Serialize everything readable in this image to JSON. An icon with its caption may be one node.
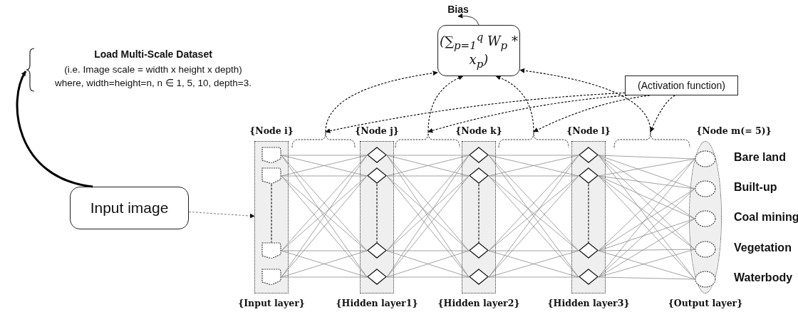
{
  "diagram": {
    "nodes": [
      {
        "text": [
          "Input image"
        ]
      },
      {
        "text": [
          "Load Multi-Scale Dataset",
          "(i.e. Image scale = width x height x depth) where, width=height=n, n ∈ 1, 5, 10, depth=3."
        ]
      },
      {
        "text": [
          "Bias"
        ]
      },
      {
        "text": [
          "(∑$_{p=1}$$^{q}$ W$_{p}$ * x$_{p}$)"
        ]
      },
      {
        "text": [
          "(Activation function)"
        ]
      },
      {
        "text": [
          "{Node i}",
          "{Input layer}"
        ]
      },
      {
        "text": [],
        "shape": "pentagon",
        "in": 5
      },
      {
        "text": [],
        "shape": "pentagon",
        "in": 5
      },
      {
        "text": [],
        "shape": "pentagon",
        "in": 5
      },
      {
        "text": [],
        "shape": "pentagon",
        "in": 5
      },
      {
        "text": [
          "{Node j}",
          "{Hidden layer1}"
        ]
      },
      {
        "text": [],
        "shape": "diamond",
        "in": 10
      },
      {
        "text": [],
        "shape": "diamond",
        "in": 10
      },
      {
        "text": [],
        "shape": "diamond",
        "in": 10
      },
      {
        "text": [],
        "shape": "diamond",
        "in": 10
      },
      {
        "text": [
          "{Node k}",
          "{Hidden layer2}"
        ]
      },
      {
        "text": [],
        "shape": "diamond",
        "in": 15
      },
      {
        "text": [],
        "shape": "diamond",
        "in": 15
      },
      {
        "text": [],
        "shape": "diamond",
        "in": 15
      },
      {
        "text": [],
        "shape": "diamond",
        "in": 15
      },
      {
        "text": [
          "{Node l}",
          "{Hidden layer3}"
        ]
      },
      {
        "text": [],
        "shape": "diamond",
        "in": 20
      },
      {
        "text": [],
        "shape": "diamond",
        "in": 20
      },
      {
        "text": [],
        "shape": "diamond",
        "in": 20
      },
      {
        "text": [],
        "shape": "diamond",
        "in": 20
      },
      {
        "text": [
          "{Node m(= 5)}",
          "{Output layer}"
        ]
      },
      {
        "text": [],
        "shape": "ellipse",
        "in": 25,
        "beside": [
          "Bare land"
        ]
      },
      {
        "text": [],
        "shape": "ellipse",
        "in": 25,
        "beside": [
          "Built-up"
        ]
      },
      {
        "text": [],
        "shape": "ellipse",
        "in": 25,
        "beside": [
          "Coal mining"
        ]
      },
      {
        "text": [],
        "shape": "ellipse",
        "in": 25,
        "beside": [
          "Vegetation"
        ]
      },
      {
        "text": [],
        "shape": "ellipse",
        "in": 25,
        "beside": [
          "Waterbody"
        ]
      },
      {
        "text": [],
        "shape": "brace"
      },
      {
        "text": [],
        "shape": "brace"
      },
      {
        "text": [],
        "shape": "brace"
      },
      {
        "text": [],
        "shape": "brace"
      }
    ],
    "edges": [
      {
        "from": 0,
        "to": 1,
        "arrow": "to",
        "style": "thick",
        "color": "#000000"
      },
      {
        "from": 0,
        "to": 5,
        "arrow": "to",
        "style": "dashed"
      },
      {
        "from": 3,
        "to": 2,
        "arrow": "to",
        "color": "#000000"
      },
      {
        "from": 31,
        "to": 3,
        "arrow": "to",
        "style": "dashed",
        "color": "#000000"
      },
      {
        "from": 32,
        "to": 3,
        "arrow": "to",
        "style": "dashed",
        "color": "#000000"
      },
      {
        "from": 33,
        "to": 3,
        "arrow": "to",
        "style": "dashed",
        "color": "#000000"
      },
      {
        "from": 34,
        "to": 3,
        "arrow": "to",
        "style": "dashed",
        "color": "#000000"
      },
      {
        "from": 4,
        "to": 31,
        "arrow": "to",
        "style": "dashed",
        "color": "#000000"
      },
      {
        "from": 4,
        "to": 32,
        "arrow": "to",
        "style": "dashed",
        "color": "#000000"
      },
      {
        "from": 4,
        "to": 33,
        "arrow": "to",
        "style": "dashed",
        "color": "#000000"
      },
      {
        "from": 4,
        "to": 34,
        "arrow": "to",
        "style": "dashed",
        "color": "#000000"
      },
      {
        "from": 7,
        "to": 8,
        "arrow": "none",
        "style": "dashed",
        "color": "#000000"
      },
      {
        "from": 12,
        "to": 13,
        "arrow": "none",
        "style": "dashed",
        "color": "#000000"
      },
      {
        "from": 17,
        "to": 18,
        "arrow": "none",
        "style": "dashed",
        "color": "#000000"
      },
      {
        "from": 22,
        "to": 23,
        "arrow": "none",
        "style": "dashed",
        "color": "#000000"
      },
      {
        "from": 6,
        "to": 11,
        "arrow": "none"
      },
      {
        "from": 6,
        "to": 12,
        "arrow": "none"
      },
      {
        "from": 6,
        "to": 13,
        "arrow": "none"
      },
      {
        "from": 6,
        "to": 14,
        "arrow": "none"
      },
      {
        "from": 7,
        "to": 11,
        "arrow": "none"
      },
      {
        "from": 7,
        "to": 12,
        "arrow": "none"
      },
      {
        "from": 7,
        "to": 13,
        "arrow": "none"
      },
      {
        "from": 7,
        "to": 14,
        "arrow": "none"
      },
      {
        "from": 8,
        "to": 11,
        "arrow": "none"
      },
      {
        "from": 8,
        "to": 12,
        "arrow": "none"
      },
      {
        "from": 8,
        "to": 13,
        "arrow": "none"
      },
      {
        "from": 8,
        "to": 14,
        "arrow": "none"
      },
      {
        "from": 9,
        "to": 11,
        "arrow": "none"
      },
      {
        "from": 9,
        "to": 12,
        "arrow": "none"
      },
      {
        "from": 9,
        "to": 13,
        "arrow": "none"
      },
      {
        "from": 9,
        "to": 14,
        "arrow": "none"
      },
      {
        "from": 11,
        "to": 16,
        "arrow": "none"
      },
      {
        "from": 11,
        "to": 17,
        "arrow": "none"
      },
      {
        "from": 11,
        "to": 18,
        "arrow": "none"
      },
      {
        "from": 11,
        "to": 19,
        "arrow": "none"
      },
      {
        "from": 12,
        "to": 16,
        "arrow": "none"
      },
      {
        "from": 12,
        "to": 17,
        "arrow": "none"
      },
      {
        "from": 12,
        "to": 18,
        "arrow": "none"
      },
      {
        "from": 12,
        "to": 19,
        "arrow": "none"
      },
      {
        "from": 13,
        "to": 16,
        "arrow": "none"
      },
      {
        "from": 13,
        "to": 17,
        "arrow": "none"
      },
      {
        "from": 13,
        "to": 18,
        "arrow": "none"
      },
      {
        "from": 13,
        "to": 19,
        "arrow": "none"
      },
      {
        "from": 14,
        "to": 16,
        "arrow": "none"
      },
      {
        "from": 14,
        "to": 17,
        "arrow": "none"
      },
      {
        "from": 14,
        "to": 18,
        "arrow": "none"
      },
      {
        "from": 14,
        "to": 19,
        "arrow": "none"
      },
      {
        "from": 16,
        "to": 21,
        "arrow": "none"
      },
      {
        "from": 16,
        "to": 22,
        "arrow": "none"
      },
      {
        "from": 16,
        "to": 23,
        "arrow": "none"
      },
      {
        "from": 16,
        "to": 24,
        "arrow": "none"
      },
      {
        "from": 17,
        "to": 21,
        "arrow": "none"
      },
      {
        "from": 17,
        "to": 22,
        "arrow": "none"
      },
      {
        "from": 17,
        "to": 23,
        "arrow": "none"
      },
      {
        "from": 17,
        "to": 24,
        "arrow": "none"
      },
      {
        "from": 18,
        "to": 21,
        "arrow": "none"
      },
      {
        "from": 18,
        "to": 22,
        "arrow": "none"
      },
      {
        "from": 18,
        "to": 23,
        "arrow": "none"
      },
      {
        "from": 18,
        "to": 24,
        "arrow": "none"
      },
      {
        "from": 19,
        "to": 21,
        "arrow": "none"
      },
      {
        "from": 19,
        "to": 22,
        "arrow": "none"
      },
      {
        "from": 19,
        "to": 23,
        "arrow": "none"
      },
      {
        "from": 19,
        "to": 24,
        "arrow": "none"
      },
      {
        "from": 21,
        "to": 26,
        "arrow": "none"
      },
      {
        "from": 21,
        "to": 27,
        "arrow": "none"
      },
      {
        "from": 21,
        "to": 28,
        "arrow": "none"
      },
      {
        "from": 21,
        "to": 29,
        "arrow": "none"
      },
      {
        "from": 21,
        "to": 30,
        "arrow": "none"
      },
      {
        "from": 22,
        "to": 26,
        "arrow": "none"
      },
      {
        "from": 22,
        "to": 27,
        "arrow": "none"
      },
      {
        "from": 22,
        "to": 28,
        "arrow": "none"
      },
      {
        "from": 22,
        "to": 29,
        "arrow": "none"
      },
      {
        "from": 22,
        "to": 30,
        "arrow": "none"
      },
      {
        "from": 23,
        "to": 26,
        "arrow": "none"
      },
      {
        "from": 23,
        "to": 27,
        "arrow": "none"
      },
      {
        "from": 23,
        "to": 28,
        "arrow": "none"
      },
      {
        "from": 23,
        "to": 29,
        "arrow": "none"
      },
      {
        "from": 23,
        "to": 30,
        "arrow": "none"
      },
      {
        "from": 24,
        "to": 26,
        "arrow": "none"
      },
      {
        "from": 24,
        "to": 27,
        "arrow": "none"
      },
      {
        "from": 24,
        "to": 28,
        "arrow": "none"
      },
      {
        "from": 24,
        "to": 29,
        "arrow": "none"
      },
      {
        "from": 24,
        "to": 30,
        "arrow": "none"
      }
    ]
  }
}
